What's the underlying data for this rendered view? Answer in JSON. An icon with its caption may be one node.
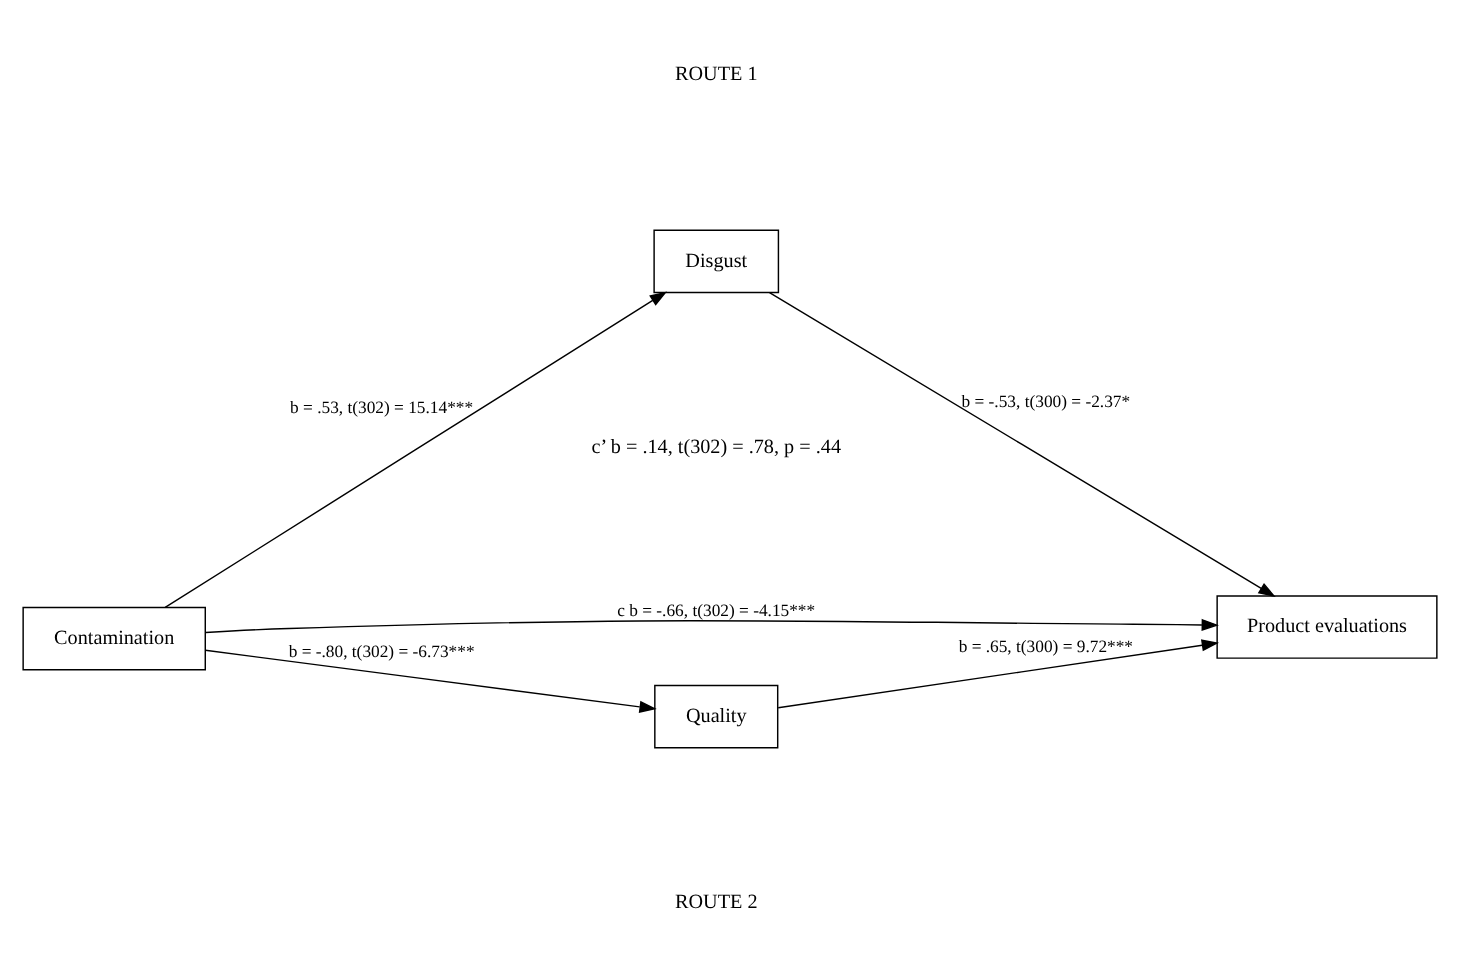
{
  "diagram": {
    "nodes": [
      {
        "text": [
          "Disgust"
        ]
      },
      {
        "text": [
          "Contamination"
        ]
      },
      {
        "text": [
          "Product evaluations"
        ]
      },
      {
        "text": [
          "Quality"
        ]
      }
    ],
    "edges": [
      {
        "from": 1,
        "to": 0,
        "arrow": "to",
        "label": "b = .53, t(302) = 15.14***"
      },
      {
        "from": 0,
        "to": 2,
        "arrow": "to",
        "label": "b = -.53, t(300) = -2.37*"
      },
      {
        "from": 1,
        "to": 2,
        "arrow": "to",
        "label": "c b = -.66, t(302) = -4.15***"
      },
      {
        "from": 1,
        "to": 3,
        "arrow": "to",
        "label": "b = -.80, t(302) = -6.73***"
      },
      {
        "from": 3,
        "to": 2,
        "arrow": "to",
        "label": "b = .65, t(300) = 9.72***"
      }
    ],
    "labels": [
      "ROUTE 1",
      "c’ b = .14, t(302) = .78, p = .44",
      "ROUTE 2"
    ]
  }
}
